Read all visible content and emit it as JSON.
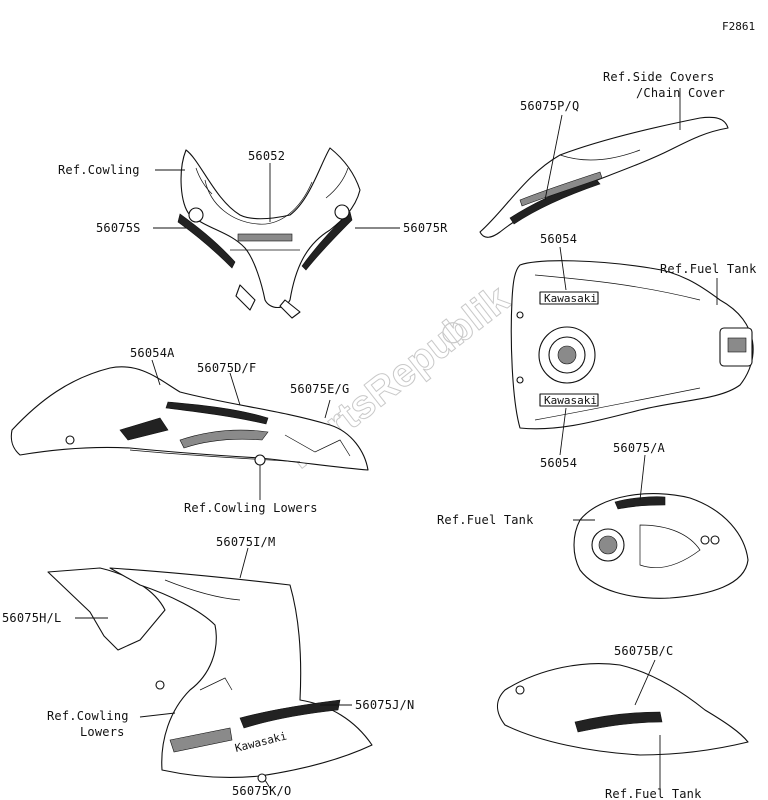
{
  "figure_code": "F2861",
  "watermark": "PartsRepublik",
  "callouts": {
    "ref_side_covers_line1": "Ref.Side Covers",
    "ref_side_covers_line2": "/Chain Cover",
    "p_56075PQ": "56075P/Q",
    "p_56052": "56052",
    "ref_cowling": "Ref.Cowling",
    "p_56075S": "56075S",
    "p_56075R": "56075R",
    "p_56054_top": "56054",
    "ref_fuel_tank_1": "Ref.Fuel Tank",
    "p_56054A": "56054A",
    "p_56075DF": "56075D/F",
    "p_56075EG": "56075E/G",
    "p_56054_bottom": "56054",
    "ref_cowling_lowers_1": "Ref.Cowling Lowers",
    "p_56075A": "56075/A",
    "ref_fuel_tank_2": "Ref.Fuel Tank",
    "p_56075IM": "56075I/M",
    "p_56075HL": "56075H/L",
    "ref_cowling_lowers_2_line1": "Ref.Cowling",
    "ref_cowling_lowers_2_line2": "Lowers",
    "p_56075JN": "56075J/N",
    "p_56075KO": "56075K/O",
    "p_56075BC": "56075B/C",
    "ref_fuel_tank_3": "Ref.Fuel Tank"
  },
  "decal_text": {
    "kawasaki": "Kawasaki",
    "tank_decal_sub": "Kawasaki"
  }
}
